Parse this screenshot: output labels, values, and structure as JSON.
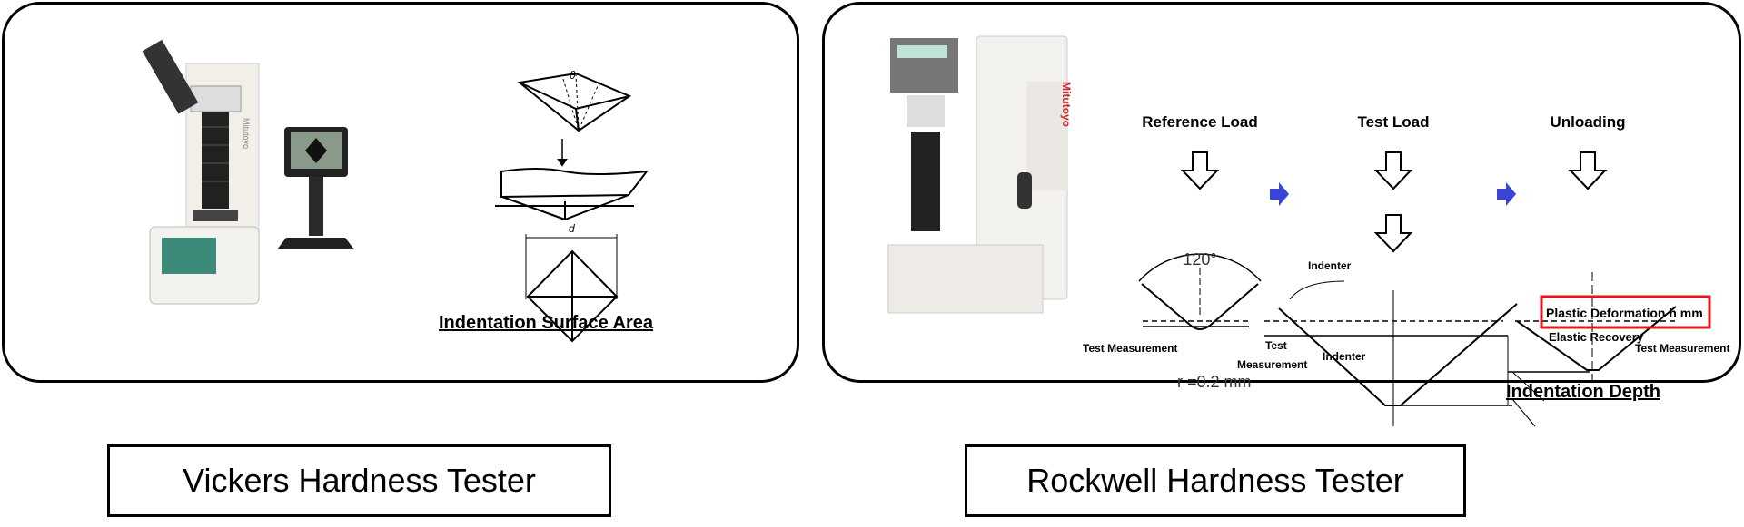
{
  "vickers": {
    "title": "Vickers Hardness Tester",
    "caption": "Indentation Surface Area",
    "diagram_labels": {
      "theta": "θ",
      "d": "d"
    }
  },
  "rockwell": {
    "title": "Rockwell Hardness Tester",
    "caption": "Indentation Depth",
    "stages": {
      "reference": "Reference Load",
      "test": "Test Load",
      "unloading": "Unloading"
    },
    "angle": "120°",
    "radius": "r =0.2 mm",
    "indenter_top": "Indenter",
    "indenter_bottom": "Indenter",
    "test_measurement_left": "Test Measurement",
    "test_measurement_mid_1": "Test",
    "test_measurement_mid_2": "Measurement",
    "test_measurement_right": "Test Measurement",
    "plastic_deformation": "Plastic Deformation h mm",
    "elastic_recovery": "Elastic Recovery",
    "brand": "Mitutoyo"
  },
  "colors": {
    "highlight": "#e0141e",
    "flow_arrow": "#3a44d6",
    "brand_red": "#c8282e"
  }
}
